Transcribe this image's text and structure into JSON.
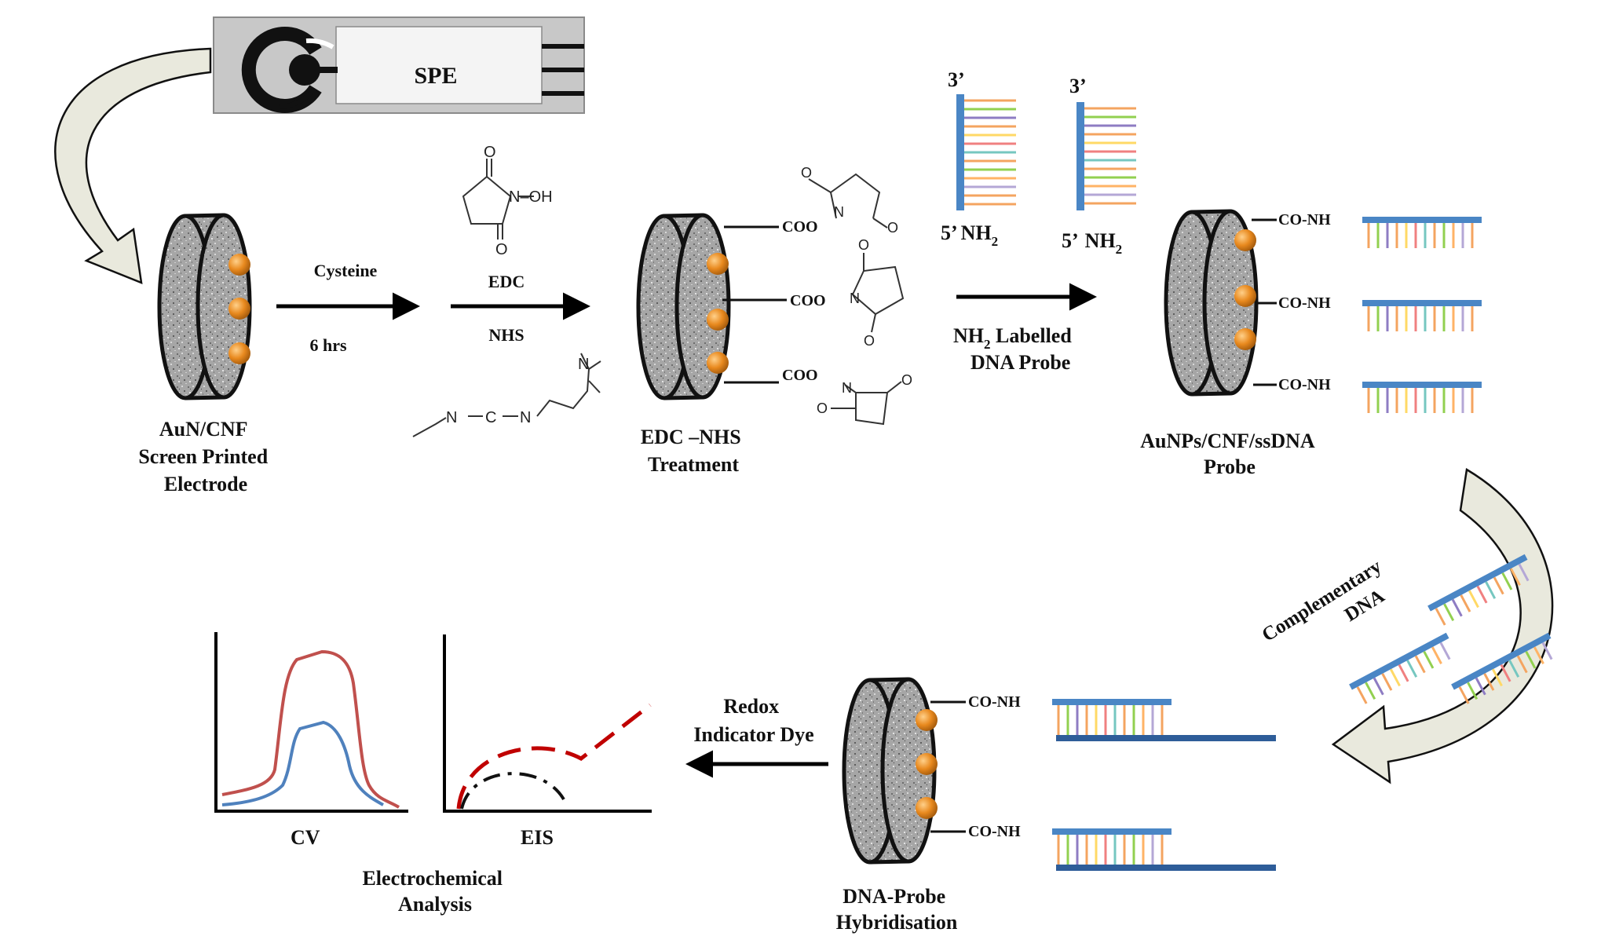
{
  "spe": {
    "label": "SPE"
  },
  "steps": {
    "electrode1": [
      "AuN/CNF",
      "Screen Printed",
      "Electrode"
    ],
    "cysteine": {
      "top": "Cysteine",
      "bottom": "6 hrs"
    },
    "edc": {
      "top": "EDC",
      "bottom": "NHS"
    },
    "electrode2": [
      "EDC –NHS",
      "Treatment"
    ],
    "coo": "COO",
    "nhs_chem": {
      "n": "N",
      "oh": "–OH",
      "o": "O"
    },
    "edc_chem": {
      "n1": "N",
      "c": "C",
      "n2": "N",
      "n3": "N"
    },
    "probe_arrow": [
      "NH",
      "2",
      " Labelled",
      "DNA Probe"
    ],
    "dna": {
      "three": "3’",
      "five": "5’",
      "nh": "NH",
      "sub": "2"
    },
    "electrode3": [
      "AuNPs/CNF/ssDNA",
      "Probe"
    ],
    "conh": "CO-NH",
    "complementary": [
      "Complementary",
      "DNA"
    ],
    "redox": [
      "Redox",
      "Indicator Dye"
    ],
    "electrode4": [
      "DNA-Probe",
      "Hybridisation"
    ],
    "cv": "CV",
    "eis": "EIS",
    "analysis": [
      "Electrochemical",
      "Analysis"
    ]
  },
  "colors": {
    "electrode_fill": "#a9a9a9",
    "gold_np": "#e8891e",
    "strand_blue": "#4a86c5",
    "strand_dark": "#2e5d99",
    "cv_red": "#c0504d",
    "cv_blue": "#4f81bd",
    "eis_red": "#c00000",
    "arrow_fill": "#e9e9dd",
    "base_colors": [
      "#f4a460",
      "#92d050",
      "#8e7cc3",
      "#f4a460",
      "#ffd966",
      "#f08080",
      "#76c7c0",
      "#f4a460",
      "#92d050",
      "#ffb366",
      "#b4a7d6",
      "#f4a460"
    ]
  }
}
